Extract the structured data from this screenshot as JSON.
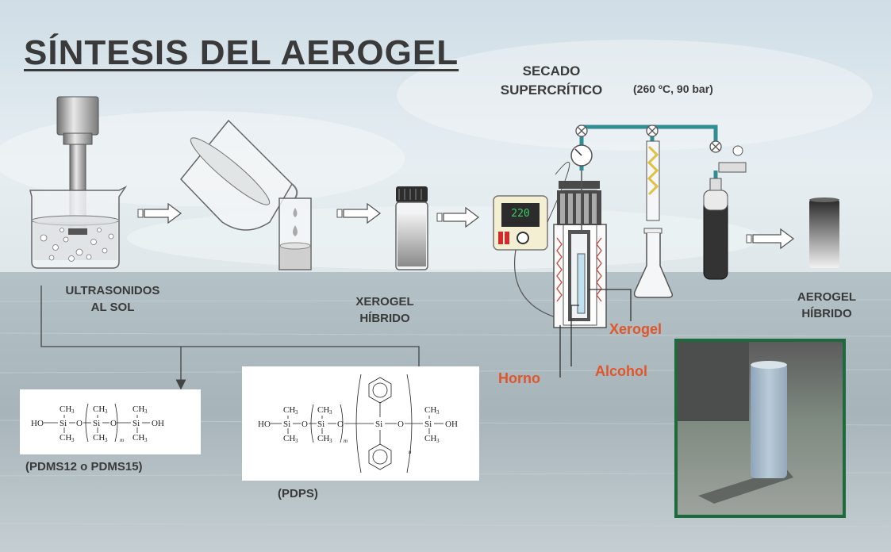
{
  "title": "SÍNTESIS DEL AEROGEL",
  "labels": {
    "ultrasonidos_line1": "ULTRASONIDOS",
    "ultrasonidos_line2": "AL SOL",
    "xerogel_line1": "XEROGEL",
    "xerogel_line2": "HÍBRIDO",
    "secado_line1": "SECADO",
    "secado_line2": "SUPERCRÍTICO",
    "conditions": "(260 ºC, 90 bar)",
    "aerogel_line1": "AEROGEL",
    "aerogel_line2": "HÍBRIDO",
    "xerogel_tag": "Xerogel",
    "alcohol_tag": "Alcohol",
    "horno_tag": "Horno",
    "pdms_caption": "(PDMS12 o PDMS15)",
    "pdps_caption": "(PDPS)"
  },
  "controller_display": "220",
  "formulas": {
    "ho": "HO",
    "oh": "OH",
    "si": "Si",
    "o": "O",
    "ch3": "CH",
    "three": "3",
    "m": "m",
    "n": "n"
  },
  "colors": {
    "title": "#3a3a3a",
    "accent_red": "#e0562a",
    "pipe": "#2f8d93",
    "photo_frame": "#1f6a3c"
  }
}
